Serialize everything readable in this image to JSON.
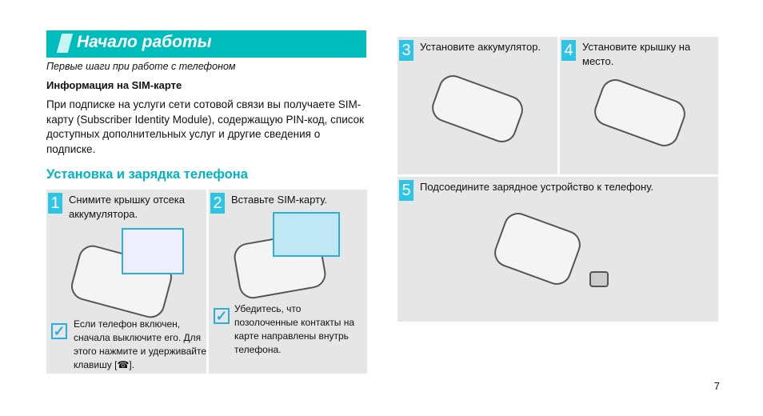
{
  "header": {
    "title": "Начало работы",
    "subtitle": "Первые шаги при работе с телефоном"
  },
  "sim_info": {
    "heading": "Информация на SIM-карте",
    "text": "При подписке на услуги сети сотовой связи вы получаете SIM-карту (Subscriber Identity Module), содержащую PIN-код, список доступных дополнительных услуг и другие сведения о подписке."
  },
  "section": {
    "heading": "Установка и зарядка телефона"
  },
  "steps": [
    {
      "num": "1",
      "text": "Снимите крышку отсека аккумулятора.",
      "note": "Если телефон включен, сначала выключите его. Для этого нажмите и удерживайте клавишу [",
      "note_end": "]."
    },
    {
      "num": "2",
      "text": "Вставьте SIM-карту.",
      "note": "Убедитесь, что позолоченные контакты на карте направлены внутрь телефона."
    },
    {
      "num": "3",
      "text": "Установите аккумулятор."
    },
    {
      "num": "4",
      "text": "Установите крышку на место."
    },
    {
      "num": "5",
      "text": "Подсоедините зарядное устройство к телефону."
    }
  ],
  "page_number": "7"
}
